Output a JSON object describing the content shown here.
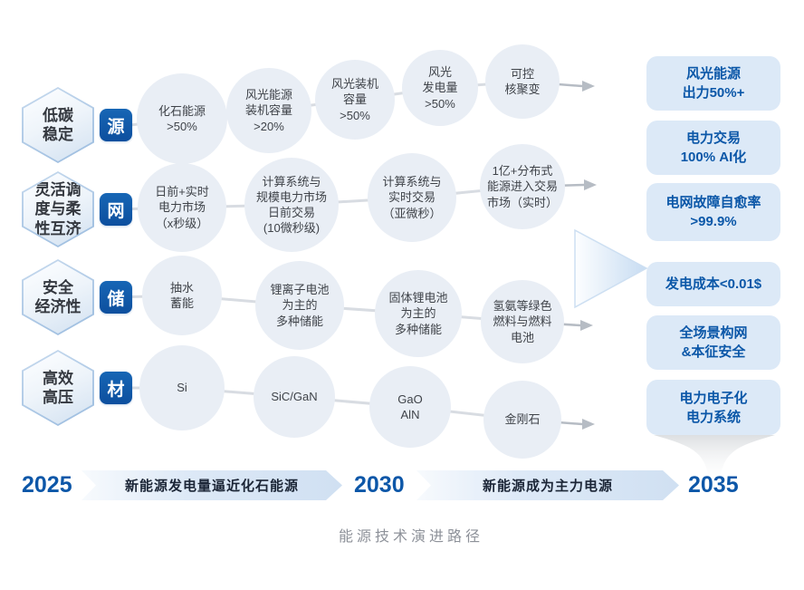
{
  "caption": "能源技术演进路径",
  "rows": [
    {
      "hex": "低碳\n稳定",
      "tag": "源",
      "nodes": [
        "化石能源\n>50%",
        "风光能源\n装机容量\n>20%",
        "风光装机\n容量\n>50%",
        "风光\n发电量\n>50%",
        "可控\n核聚变"
      ]
    },
    {
      "hex": "灵活调\n度与柔\n性互济",
      "tag": "网",
      "nodes": [
        "日前+实时\n电力市场\n（x秒级）",
        "计算系统与\n规模电力市场\n日前交易\n(10微秒级)",
        "计算系统与\n实时交易\n（亚微秒）",
        "1亿+分布式\n能源进入交易\n市场（实时）"
      ]
    },
    {
      "hex": "安全\n经济性",
      "tag": "储",
      "nodes": [
        "抽水\n蓄能",
        "锂离子电池\n为主的\n多种储能",
        "固体锂电池\n为主的\n多种储能",
        "氢氨等绿色\n燃料与燃料\n电池"
      ]
    },
    {
      "hex": "高效\n高压",
      "tag": "材",
      "nodes": [
        "Si",
        "SiC/GaN",
        "GaO\nAlN",
        "金刚石"
      ]
    }
  ],
  "goals": [
    "风光能源\n出力50%+",
    "电力交易\n100% AI化",
    "电网故障自愈率\n>99.9%",
    "发电成本<0.01$",
    "全场景构网\n&本征安全",
    "电力电子化\n电力系统"
  ],
  "timeline": {
    "years": [
      "2025",
      "2030",
      "2035"
    ],
    "bands": [
      "新能源发电量逼近化石能源",
      "新能源成为主力电源"
    ]
  },
  "colors": {
    "accent_blue": "#0d57a8",
    "tag_blue": "#0f5aa8",
    "circle_fill": "#e9eef5",
    "goal_fill": "#dce9f7",
    "connector_gray": "#d8dce2",
    "arrow_gray": "#b6bcc4"
  }
}
